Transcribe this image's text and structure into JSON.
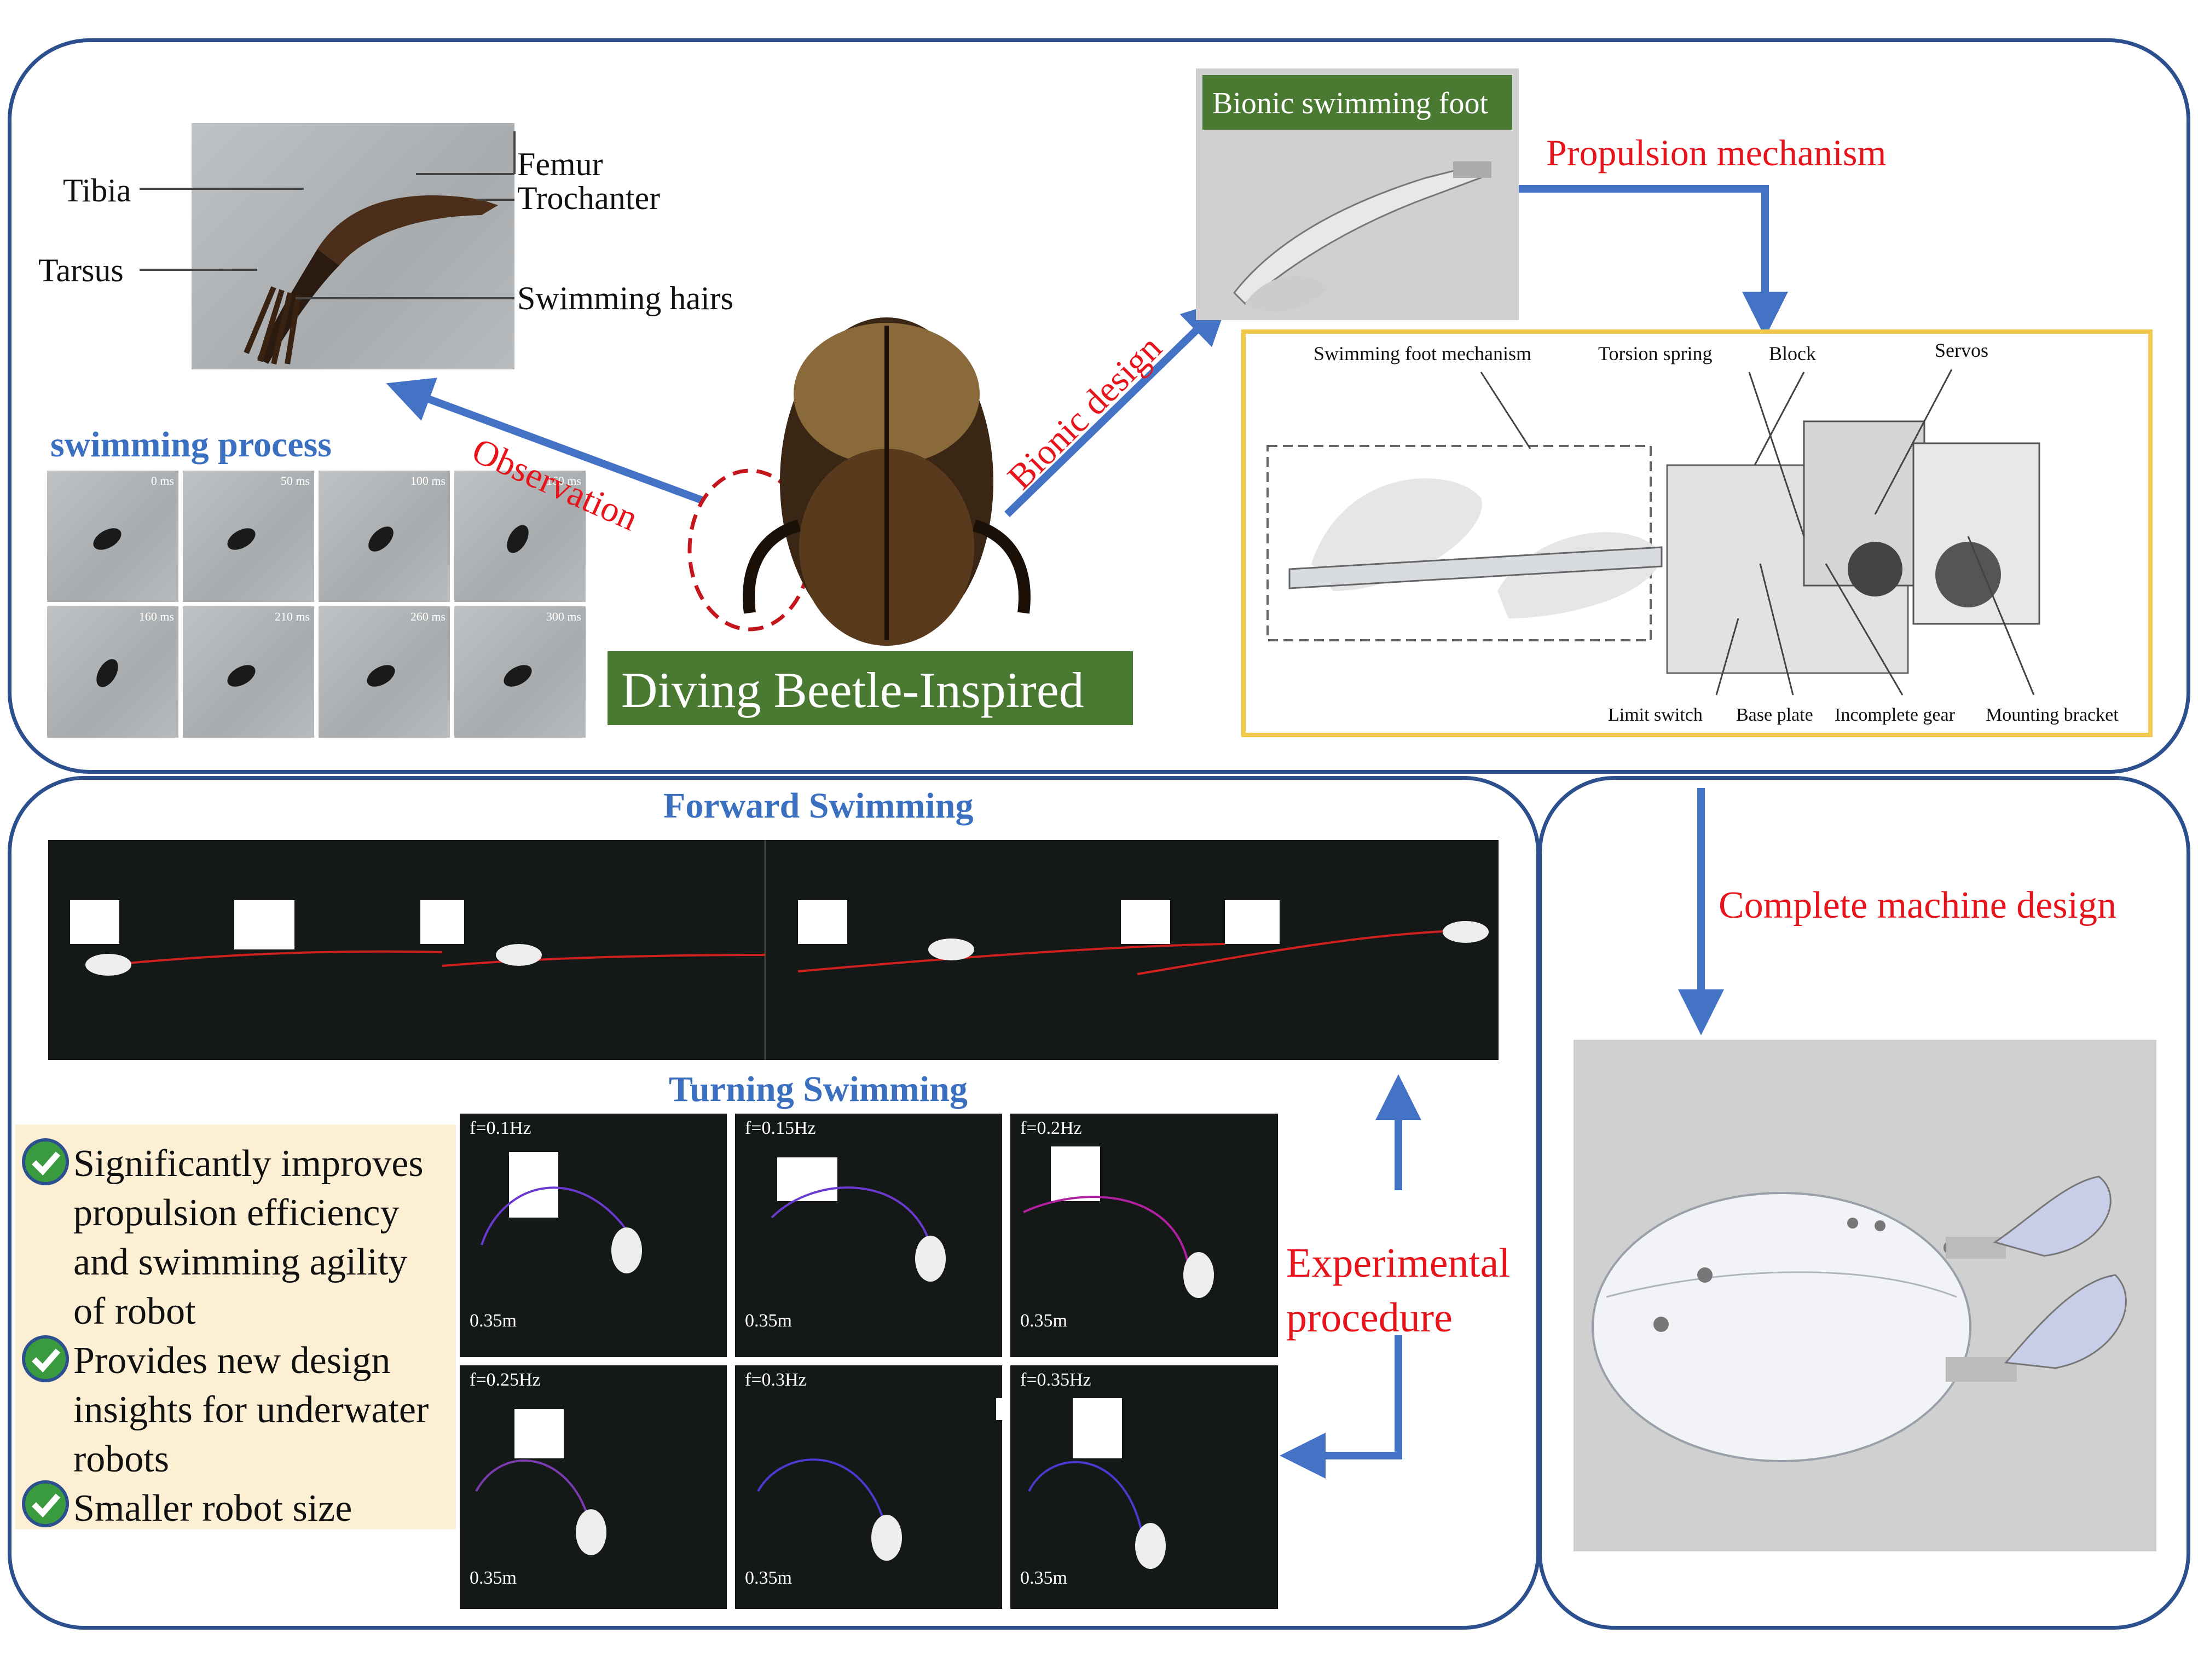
{
  "leg_labels": {
    "femur": "Femur",
    "trochanter": "Trochanter",
    "tibia": "Tibia",
    "tarsus": "Tarsus",
    "swimming_hairs": "Swimming  hairs"
  },
  "swimming_process": {
    "title": "swimming process",
    "frames": [
      "0 ms",
      "50 ms",
      "100 ms",
      "160 ms",
      "160 ms",
      "210 ms",
      "260 ms",
      "300 ms"
    ]
  },
  "arrows": {
    "observation": "Observation",
    "bionic_design": "Bionic design",
    "propulsion_mechanism": "Propulsion mechanism",
    "complete_machine_design": "Complete machine design",
    "experimental_procedure_1": "Experimental",
    "experimental_procedure_2": "procedure"
  },
  "center_label": "Diving  Beetle-Inspired",
  "bionic_foot_label": "Bionic swimming  foot",
  "mechanism_labels": {
    "swimming_foot_mechanism": "Swimming foot mechanism",
    "torsion_spring": "Torsion spring",
    "block": "Block",
    "servos": "Servos",
    "limit_switch": "Limit switch",
    "base_plate": "Base plate",
    "incomplete_gear": "Incomplete gear",
    "mounting_bracket": "Mounting bracket"
  },
  "forward_title": "Forward Swimming",
  "turning_title": "Turning Swimming",
  "turning_frames": [
    {
      "freq": "f=0.1Hz",
      "scale": "0.35m"
    },
    {
      "freq": "f=0.15Hz",
      "scale": "0.35m"
    },
    {
      "freq": "f=0.2Hz",
      "scale": "0.35m"
    },
    {
      "freq": "f=0.25Hz",
      "scale": "0.35m"
    },
    {
      "freq": "f=0.3Hz",
      "scale": "0.35m"
    },
    {
      "freq": "f=0.35Hz",
      "scale": "0.35m"
    }
  ],
  "benefits": [
    [
      "Significantly improves",
      "propulsion efficiency",
      "and swimming agility",
      "of robot"
    ],
    [
      "Provides new design",
      "insights for underwater",
      "robots"
    ],
    [
      "Smaller robot size"
    ]
  ],
  "colors": {
    "panel_border": "#2c4f8e",
    "arrow": "#4472c4",
    "red_text": "#e8141c",
    "blue_title": "#3b6fbf",
    "green_label": "#4a7a32",
    "mechanism_border": "#f2c94c",
    "benefit_bg": "#fcefd3"
  }
}
